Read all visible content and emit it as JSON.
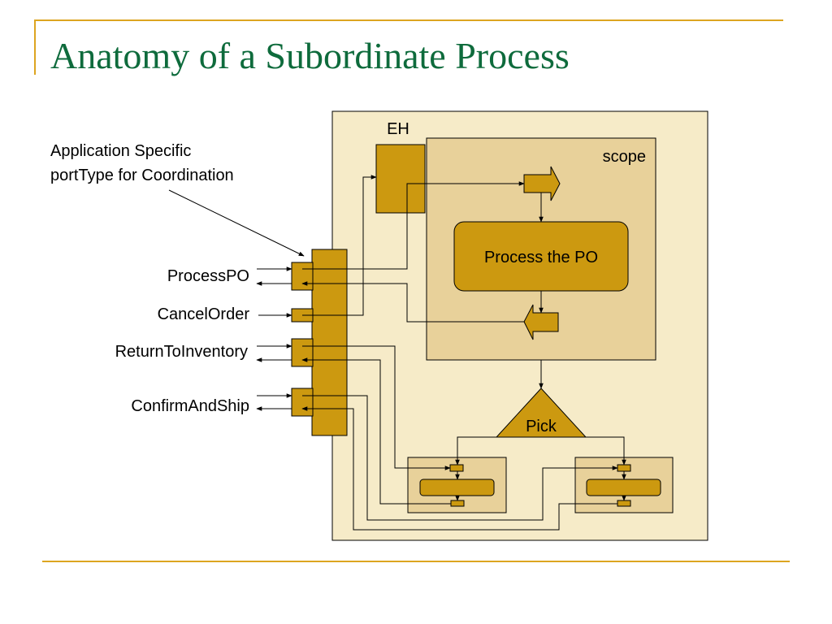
{
  "slide": {
    "title": "Anatomy of a Subordinate Process"
  },
  "diagram": {
    "annotation": {
      "line1": "Application Specific",
      "line2": "portType for Coordination"
    },
    "ports": [
      {
        "label": "ProcessPO"
      },
      {
        "label": "CancelOrder"
      },
      {
        "label": "ReturnToInventory"
      },
      {
        "label": "ConfirmAndShip"
      }
    ],
    "eh_label": "EH",
    "scope_label": "scope",
    "activity_label": "Process the PO",
    "pick_label": "Pick"
  },
  "colors": {
    "title": "#0E6B3C",
    "accent": "#DDA520",
    "outer_fill": "#F6EBC8",
    "scope_fill": "#E8D19A",
    "element_fill": "#CC9910",
    "element_stroke": "#6B4E00"
  }
}
